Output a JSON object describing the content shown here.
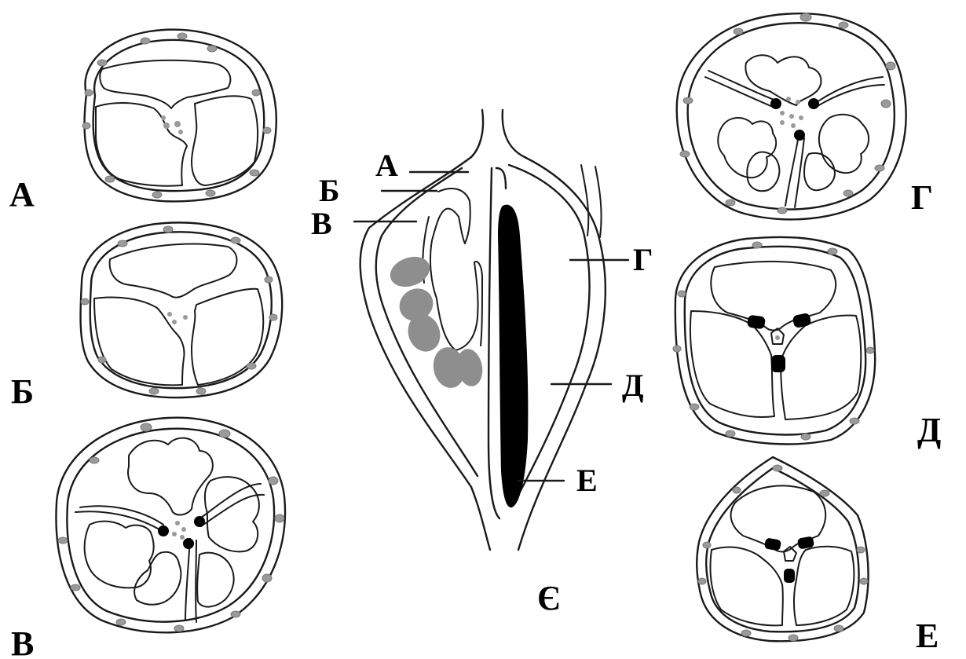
{
  "figure": {
    "section_labels": {
      "a": "А",
      "b": "Б",
      "v": "В",
      "g": "Г",
      "d": "Д",
      "e": "Е",
      "ye": "Є"
    },
    "pointer_labels": {
      "a": "А",
      "b": "Б",
      "v": "В",
      "g": "Г",
      "d": "Д",
      "e": "Е"
    }
  }
}
